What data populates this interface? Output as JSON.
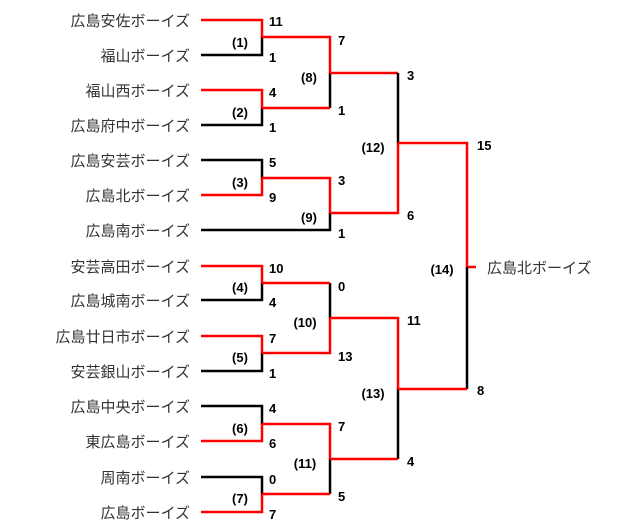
{
  "teams": [
    "広島安佐ボーイズ",
    "福山ボーイズ",
    "福山西ボーイズ",
    "広島府中ボーイズ",
    "広島安芸ボーイズ",
    "広島北ボーイズ",
    "広島南ボーイズ",
    "安芸高田ボーイズ",
    "広島城南ボーイズ",
    "広島廿日市ボーイズ",
    "安芸銀山ボーイズ",
    "広島中央ボーイズ",
    "東広島ボーイズ",
    "周南ボーイズ",
    "広島ボーイズ"
  ],
  "champion": "広島北ボーイズ",
  "matches": [
    {
      "label": "(1)",
      "scores": [
        "11",
        "1"
      ]
    },
    {
      "label": "(2)",
      "scores": [
        "4",
        "1"
      ]
    },
    {
      "label": "(3)",
      "scores": [
        "5",
        "9"
      ]
    },
    {
      "label": "(4)",
      "scores": [
        "10",
        "4"
      ]
    },
    {
      "label": "(5)",
      "scores": [
        "7",
        "1"
      ]
    },
    {
      "label": "(6)",
      "scores": [
        "4",
        "6"
      ]
    },
    {
      "label": "(7)",
      "scores": [
        "0",
        "7"
      ]
    },
    {
      "label": "(8)",
      "scores": [
        "7",
        "1"
      ]
    },
    {
      "label": "(9)",
      "scores": [
        "3",
        "1"
      ]
    },
    {
      "label": "(10)",
      "scores": [
        "0",
        "13"
      ]
    },
    {
      "label": "(11)",
      "scores": [
        "7",
        "5"
      ]
    },
    {
      "label": "(12)",
      "scores": [
        "3",
        "6"
      ]
    },
    {
      "label": "(13)",
      "scores": [
        "11",
        "4"
      ]
    },
    {
      "label": "(14)",
      "scores": [
        "15",
        "8"
      ]
    }
  ],
  "colors": {
    "winner_line": "#ff0000",
    "loser_line": "#000000"
  }
}
